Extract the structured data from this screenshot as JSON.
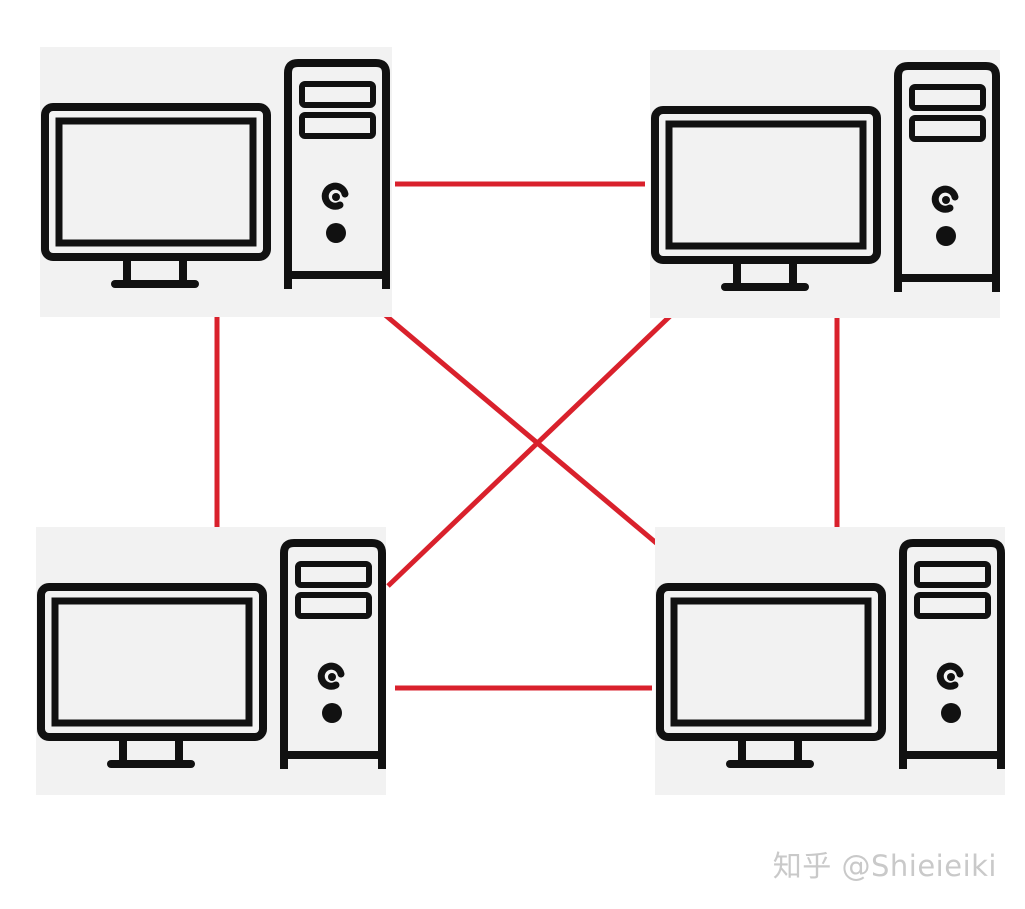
{
  "diagram": {
    "type": "network-topology",
    "nodes": [
      {
        "id": "pc-top-left",
        "icon": "desktop-computer-icon"
      },
      {
        "id": "pc-top-right",
        "icon": "desktop-computer-icon"
      },
      {
        "id": "pc-bottom-left",
        "icon": "desktop-computer-icon"
      },
      {
        "id": "pc-bottom-right",
        "icon": "desktop-computer-icon"
      }
    ],
    "links": [
      {
        "from": "pc-top-left",
        "to": "pc-top-right"
      },
      {
        "from": "pc-top-left",
        "to": "pc-bottom-left"
      },
      {
        "from": "pc-top-left",
        "to": "pc-bottom-right"
      },
      {
        "from": "pc-top-right",
        "to": "pc-bottom-left"
      },
      {
        "from": "pc-top-right",
        "to": "pc-bottom-right"
      },
      {
        "from": "pc-bottom-left",
        "to": "pc-bottom-right"
      }
    ],
    "colors": {
      "link": "#d9212c",
      "icon": "#111111",
      "tile_background": "#f2f2f2"
    }
  },
  "watermark": "知乎 @Shieieiki"
}
